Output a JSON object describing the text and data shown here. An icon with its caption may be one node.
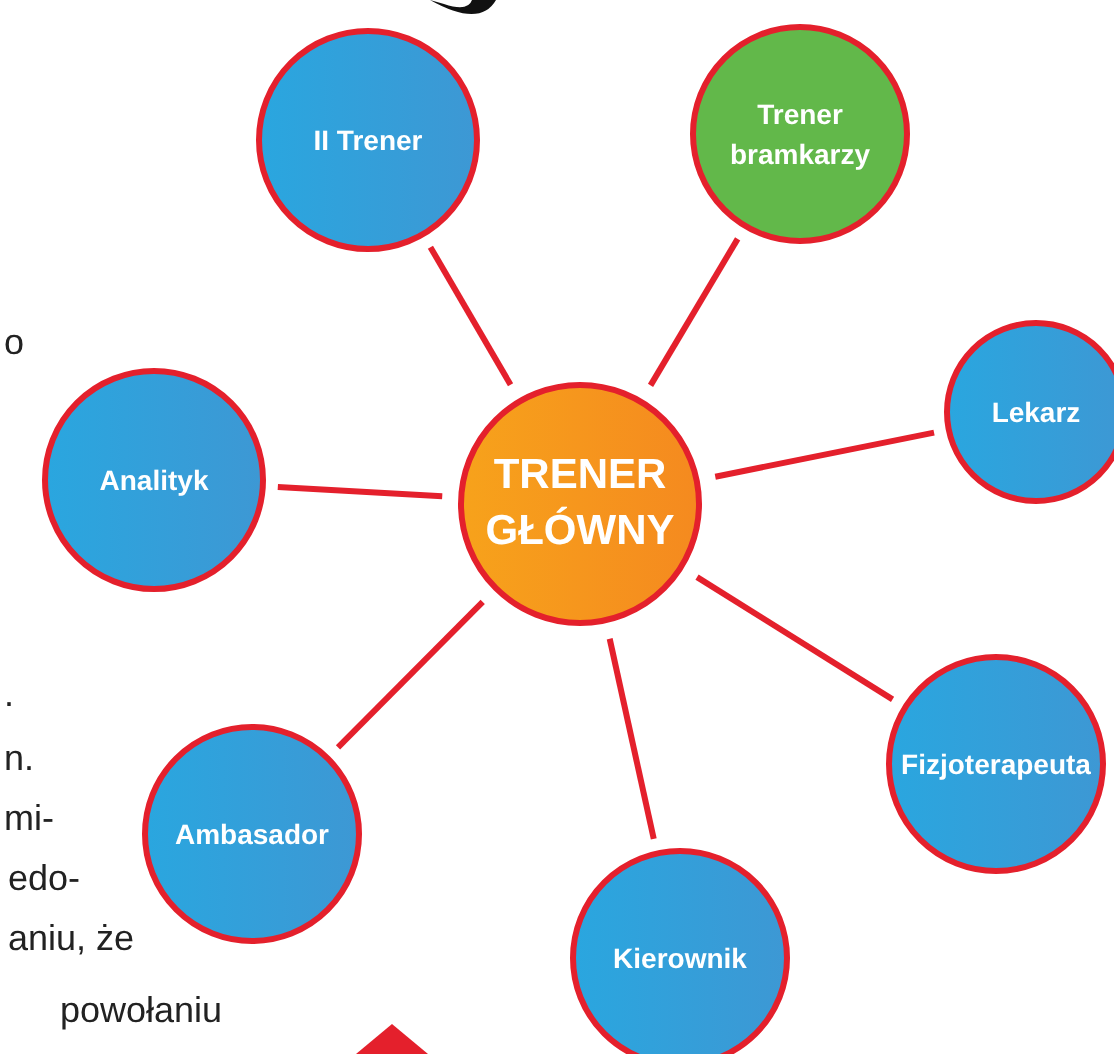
{
  "diagram": {
    "nodes": [
      {
        "text": [
          "TRENER GŁÓWNY"
        ]
      },
      {
        "text": [
          "II Trener"
        ]
      },
      {
        "text": [
          "Trener bramkarzy"
        ]
      },
      {
        "text": [
          "Lekarz"
        ]
      },
      {
        "text": [
          "Fizjoterapeuta"
        ]
      },
      {
        "text": [
          "Kierownik"
        ]
      },
      {
        "text": [
          "Ambasador"
        ]
      },
      {
        "text": [
          "Analityk"
        ]
      }
    ],
    "edges": [
      {
        "from": 0,
        "to": 1,
        "arrow": "none"
      },
      {
        "from": 0,
        "to": 2,
        "arrow": "none"
      },
      {
        "from": 0,
        "to": 3,
        "arrow": "none"
      },
      {
        "from": 0,
        "to": 4,
        "arrow": "none"
      },
      {
        "from": 0,
        "to": 5,
        "arrow": "none"
      },
      {
        "from": 0,
        "to": 6,
        "arrow": "none"
      },
      {
        "from": 0,
        "to": 7,
        "arrow": "none"
      }
    ],
    "labels": [
      "o",
      ".",
      "n.",
      "mi-",
      "edo-",
      "aniu, że",
      "powołaniu"
    ]
  }
}
